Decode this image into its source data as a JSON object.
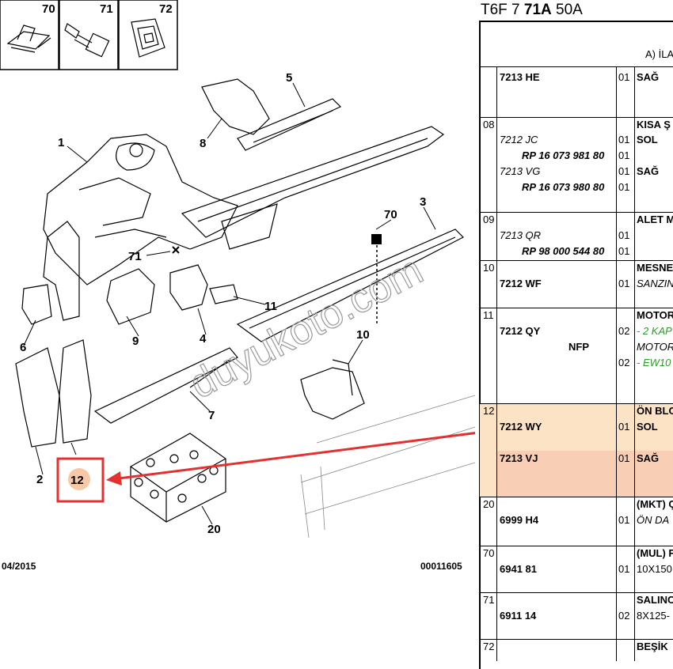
{
  "diagram": {
    "inset_numbers": [
      "70",
      "71",
      "72"
    ],
    "callouts": {
      "c1": "1",
      "c2": "2",
      "c3": "3",
      "c4": "4",
      "c5": "5",
      "c6": "6",
      "c7": "7",
      "c8": "8",
      "c9": "9",
      "c10": "10",
      "c11": "11",
      "c12": "12",
      "c20": "20",
      "c70": "70",
      "c71": "71"
    },
    "watermark": "duyukoto.com",
    "date": "04/2015",
    "ref_number": "00011605",
    "colors": {
      "highlight": "#e53030",
      "badge_fill": "#f7c9a7",
      "watermark": "#9a9a9a"
    }
  },
  "parts_table": {
    "code_title": {
      "prefix": "T6F 7",
      "bold": "71A",
      "suffix": "50A"
    },
    "header_label": "A) İLA",
    "rows": [
      {
        "group": "",
        "lines": [
          {
            "ref": "7213 HE",
            "ref_style": "bold",
            "qty": "01",
            "desc": "SAĞ",
            "desc_style": "bold"
          }
        ]
      },
      {
        "group": "08",
        "lines": [
          {
            "desc": "KISA Ş",
            "desc_style": "bold"
          },
          {
            "ref": "7212 JC",
            "ref_style": "italic",
            "qty": "01",
            "desc": "SOL",
            "desc_style": "bold"
          },
          {
            "rp": "RP 16 073 981 80",
            "qty": "01"
          },
          {
            "ref": "7213 VG",
            "ref_style": "italic",
            "qty": "01",
            "desc": "SAĞ",
            "desc_style": "bold"
          },
          {
            "rp": "RP 16 073 980 80",
            "qty": "01"
          }
        ]
      },
      {
        "group": "09",
        "lines": [
          {
            "desc": "ALET M",
            "desc_style": "bold"
          },
          {
            "ref": "7213 QR",
            "ref_style": "italic",
            "qty": "01"
          },
          {
            "rp": "RP 98 000 544 80",
            "qty": "01"
          }
        ]
      },
      {
        "group": "10",
        "lines": [
          {
            "desc": "MESNE",
            "desc_style": "bold"
          },
          {
            "ref": "7212 WF",
            "ref_style": "bold",
            "qty": "01",
            "desc": "SANZIN",
            "desc_style": "italic"
          }
        ]
      },
      {
        "group": "11",
        "lines": [
          {
            "desc": "MOTOR",
            "desc_style": "bold"
          },
          {
            "ref": "7212 QY",
            "ref_style": "bold",
            "qty": "02",
            "desc": "- 2 KAP",
            "desc_style": "green"
          },
          {
            "nfp": "NFP",
            "desc": "MOTOR",
            "desc_style": "italic"
          },
          {
            "qty": "02",
            "desc": "- EW10",
            "desc_style": "green"
          }
        ]
      },
      {
        "group": "12",
        "lines": [
          {
            "desc": "ÖN BLO",
            "desc_style": "bold"
          },
          {
            "ref": "7212 WY",
            "ref_style": "bold",
            "qty": "01",
            "desc": "SOL",
            "desc_style": "bold"
          },
          {
            "ref": "7213 VJ",
            "ref_style": "bold",
            "qty": "01",
            "desc": "SAĞ",
            "desc_style": "bold"
          }
        ]
      },
      {
        "group": "20",
        "lines": [
          {
            "desc": "(MKT) Ç",
            "desc_style": "bold"
          },
          {
            "ref": "6999 H4",
            "ref_style": "bold",
            "qty": "01",
            "desc": "ÖN DA",
            "desc_style": "italic"
          }
        ]
      },
      {
        "group": "70",
        "lines": [
          {
            "desc": "(MUL) F",
            "desc_style": "bold"
          },
          {
            "ref": "6941 81",
            "ref_style": "bold",
            "qty": "01",
            "desc": "10X150",
            "desc_style": "plain"
          }
        ]
      },
      {
        "group": "71",
        "lines": [
          {
            "desc": "SALINC",
            "desc_style": "bold"
          },
          {
            "ref": "6911 14",
            "ref_style": "bold",
            "qty": "02",
            "desc": "8X125-",
            "desc_style": "plain"
          }
        ]
      },
      {
        "group": "72",
        "lines": [
          {
            "desc": "BEŞİK",
            "desc_style": "bold"
          }
        ]
      }
    ],
    "colors": {
      "highlight_row_top": "#fde3c6",
      "highlight_row_bottom": "#f8cfb4",
      "green_text": "#2e9a2e"
    }
  }
}
